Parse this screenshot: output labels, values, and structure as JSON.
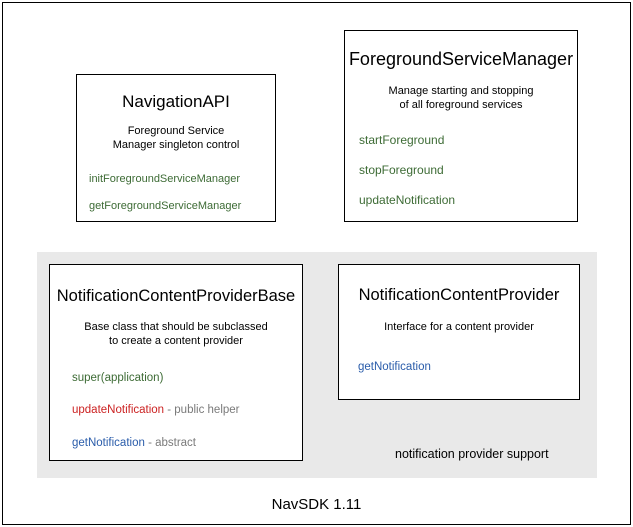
{
  "diagram": {
    "footer_label": "NavSDK 1.11",
    "colors": {
      "background": "#ffffff",
      "frame": "#000000",
      "group_panel": "#e9e9e9",
      "method_green": "#3d6b35",
      "method_red": "#cc2222",
      "method_blue": "#2a5caa",
      "note_gray": "#7a7a7a"
    },
    "boxes": {
      "navigation_api": {
        "title": "NavigationAPI",
        "description": "Foreground Service\nManager singleton control",
        "members": [
          {
            "name": "initForegroundServiceManager",
            "note": "",
            "color": "green"
          },
          {
            "name": "getForegroundServiceManager",
            "note": "",
            "color": "green"
          }
        ]
      },
      "foreground_service_manager": {
        "title": "ForegroundServiceManager",
        "description": "Manage starting and stopping\nof all foreground services",
        "members": [
          {
            "name": "startForeground",
            "note": "",
            "color": "green"
          },
          {
            "name": "stopForeground",
            "note": "",
            "color": "green"
          },
          {
            "name": "updateNotification",
            "note": "",
            "color": "green"
          }
        ]
      },
      "notification_content_provider_base": {
        "title": "NotificationContentProviderBase",
        "description": "Base class that should be subclassed\nto create a content provider",
        "members": [
          {
            "name": "super(application)",
            "note": "",
            "color": "green"
          },
          {
            "name": "updateNotification",
            "note": " - public helper",
            "color": "red"
          },
          {
            "name": "getNotification",
            "note": " - abstract",
            "color": "blue"
          }
        ]
      },
      "notification_content_provider": {
        "title": "NotificationContentProvider",
        "description": "Interface for a content provider",
        "members": [
          {
            "name": "getNotification",
            "note": "",
            "color": "blue"
          }
        ]
      }
    },
    "group_panel": {
      "caption": "notification provider support"
    }
  }
}
